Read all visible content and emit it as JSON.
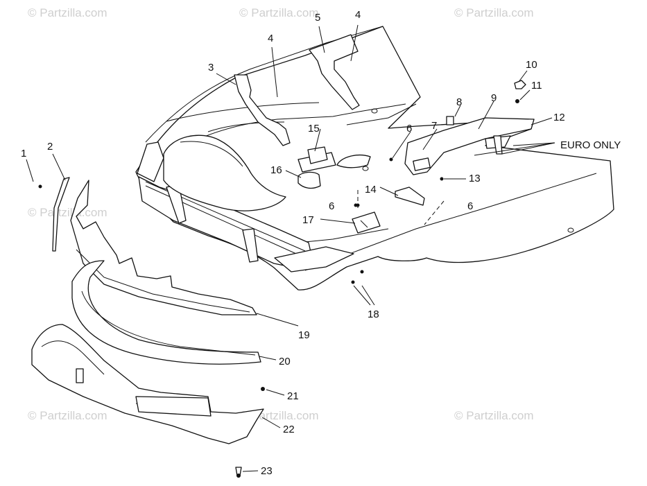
{
  "watermark": "© Partzilla.com",
  "callouts": {
    "c1": "1",
    "c2": "2",
    "c3": "3",
    "c4a": "4",
    "c4b": "4",
    "c5": "5",
    "c6a": "6",
    "c6b": "6",
    "c6c": "6",
    "c7": "7",
    "c8": "8",
    "c9": "9",
    "c10": "10",
    "c11": "11",
    "c12": "12",
    "c13": "13",
    "c14": "14",
    "c15": "15",
    "c16": "16",
    "c17": "17",
    "c18": "18",
    "c19": "19",
    "c20": "20",
    "c21": "21",
    "c22": "22",
    "c23": "23"
  },
  "euro_only": "EURO ONLY"
}
